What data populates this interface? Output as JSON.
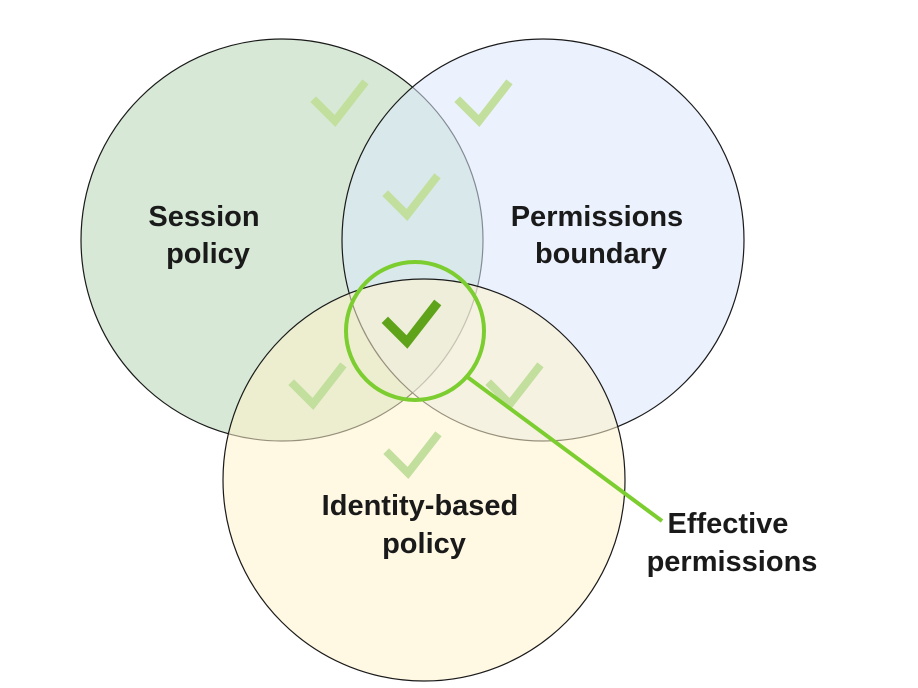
{
  "diagram": {
    "circles": {
      "session": {
        "line1": "Session",
        "line2": "policy",
        "fill": "#d5e8d4"
      },
      "boundary": {
        "line1": "Permissions",
        "line2": "boundary",
        "fill": "#dae8fc"
      },
      "identity": {
        "line1": "Identity-based",
        "line2": "policy",
        "fill": "#fff2cc"
      }
    },
    "callout": {
      "line1": "Effective",
      "line2": "permissions",
      "color": "#7ccd2f"
    },
    "check_icon": "checkmark-icon",
    "check_color_faint": "#c2df9e",
    "check_color_strong": "#5fa31a"
  }
}
